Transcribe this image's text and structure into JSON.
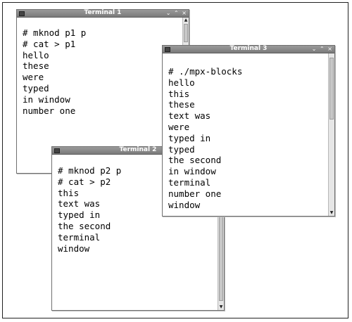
{
  "terminal1": {
    "title": "Terminal 1",
    "buttons": [
      "⌄",
      "⌃",
      "×"
    ],
    "lines": [
      "# mknod p1 p",
      "# cat > p1",
      "hello",
      "these",
      "were",
      "typed",
      "in window",
      "number one"
    ]
  },
  "terminal2": {
    "title": "Terminal 2",
    "buttons": [
      "⌄",
      "⌃",
      "×"
    ],
    "lines": [
      "# mknod p2 p",
      "# cat > p2",
      "this",
      "text was",
      "typed in",
      "the second",
      "terminal",
      "window"
    ]
  },
  "terminal3": {
    "title": "Terminal 3",
    "buttons": [
      "⌄",
      "⌃",
      "×"
    ],
    "lines": [
      "# ./mpx-blocks",
      "hello",
      "this",
      "these",
      "text was",
      "were",
      "typed in",
      "typed",
      "the second",
      "in window",
      "terminal",
      "number one",
      "window"
    ]
  }
}
